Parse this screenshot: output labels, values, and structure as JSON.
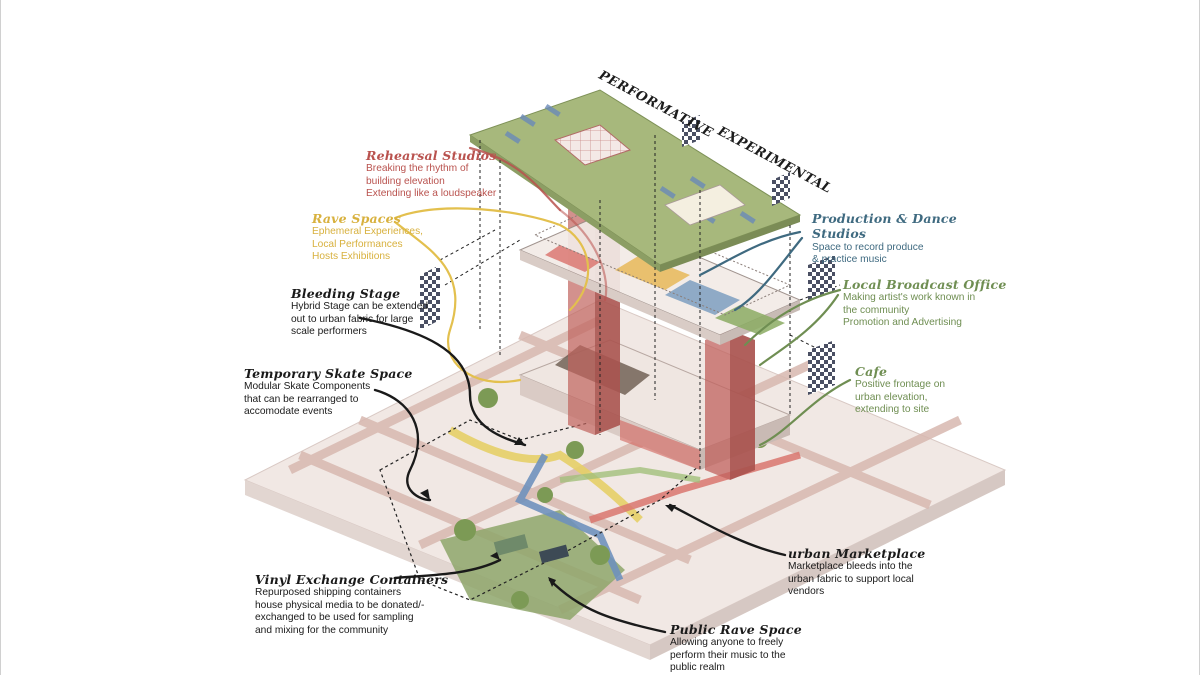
{
  "colors": {
    "red": "#b9524e",
    "yellow": "#e3c04e",
    "blue": "#3f6a80",
    "green": "#6f8e52",
    "black": "#1a1a1a"
  },
  "labels": {
    "performative": "PERFORMATIVE",
    "experimental": "EXPERIMENTAL"
  },
  "callouts": {
    "rehearsal": {
      "title": "Rehearsal Studios",
      "lines": [
        "Breaking the rhythm of",
        "building elevation",
        "Extending like a loudspeaker"
      ]
    },
    "rave": {
      "title": "Rave Spaces",
      "lines": [
        "Ephemeral Experiences,",
        "Local Performances",
        "Hosts Exhibitions"
      ]
    },
    "bleeding": {
      "title": "Bleeding Stage",
      "lines": [
        "Hybrid Stage can be extended",
        "out to urban fabric for large",
        "scale performers"
      ]
    },
    "skate": {
      "title": "Temporary Skate Space",
      "lines": [
        "Modular Skate Components",
        "that can be rearranged to",
        "accomodate events"
      ]
    },
    "vinyl": {
      "title": "Vinyl Exchange Containers",
      "lines": [
        "Repurposed shipping containers",
        "house physical media to be donated/-",
        "exchanged to be used for sampling",
        "and mixing for the community"
      ]
    },
    "production": {
      "title": "Production & Dance",
      "title2": "Studios",
      "lines": [
        "Space to record produce",
        "& practice music"
      ]
    },
    "broadcast": {
      "title": "Local Broadcast Office",
      "lines": [
        "Making artist's work known in",
        "the community",
        "Promotion and Advertising"
      ]
    },
    "cafe": {
      "title": "Cafe",
      "lines": [
        "Positive frontage on",
        "urban elevation,",
        "extending to site"
      ]
    },
    "market": {
      "title": "urban Marketplace",
      "lines": [
        "Marketplace bleeds into the",
        "urban fabric to support local",
        "vendors"
      ]
    },
    "public": {
      "title": "Public Rave Space",
      "lines": [
        "Allowing anyone to freely",
        "perform their music to the",
        "public realm"
      ]
    }
  }
}
